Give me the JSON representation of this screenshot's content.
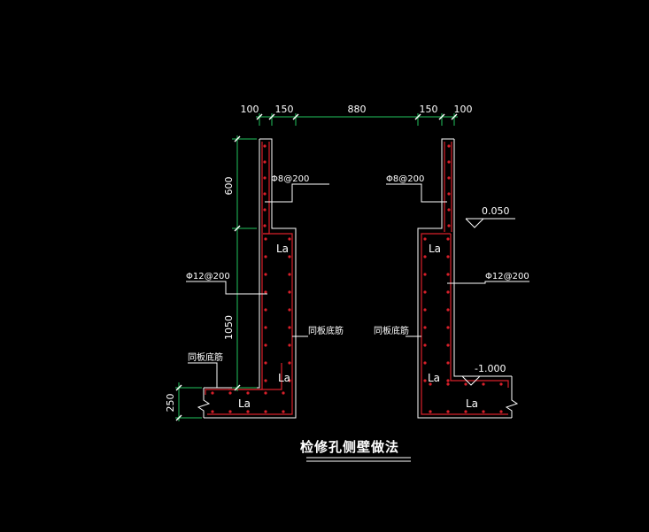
{
  "drawing": {
    "title": "检修孔侧壁做法",
    "top_dimensions": [
      "100",
      "150",
      "880",
      "150",
      "100"
    ],
    "side_dimensions": {
      "upper": "600",
      "lower": "1050",
      "base": "250"
    },
    "rebar_labels": {
      "upper_left": "Φ8@200",
      "upper_right": "Φ8@200",
      "lower_left": "Φ12@200",
      "lower_right": "Φ12@200"
    },
    "notes": {
      "floor_left": "同板底筋",
      "wall_left": "同板底筋",
      "wall_right": "同板底筋"
    },
    "elevations": {
      "top": "0.050",
      "bottom": "-1.000"
    },
    "anchorage_label": "La",
    "colors": {
      "background": "#000000",
      "outline": "#ffffff",
      "rebar": "#d8202a",
      "dimension": "#22c55e",
      "text": "#ffffff"
    }
  }
}
